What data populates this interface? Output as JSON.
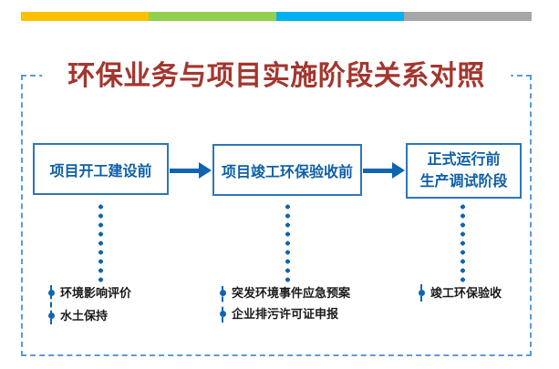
{
  "title": "环保业务与项目实施阶段关系对照",
  "top_bar": {
    "segments": [
      {
        "name": "orange",
        "color": "#FFC000"
      },
      {
        "name": "green",
        "color": "#92D050"
      },
      {
        "name": "blue",
        "color": "#00B0F0"
      },
      {
        "name": "gray",
        "color": "#A6A6A6"
      }
    ]
  },
  "stages": [
    {
      "label": "项目开工建设前",
      "items": [
        "环境影响评价",
        "水土保持"
      ]
    },
    {
      "label": "项目竣工环保验收前",
      "items": [
        "突发环境事件应急预案",
        "企业排污许可证申报"
      ]
    },
    {
      "label_lines": [
        "正式运行前",
        "生产调试阶段"
      ],
      "items": [
        "竣工环保验收"
      ]
    }
  ],
  "colors": {
    "title_red": "#A3362E",
    "box_border_blue": "#2E75B6",
    "box_text_blue": "#0D5FA8",
    "arrow_blue": "#1065B0",
    "frame_dash_blue": "#5B9BD5",
    "item_text": "#1A1A1A"
  }
}
